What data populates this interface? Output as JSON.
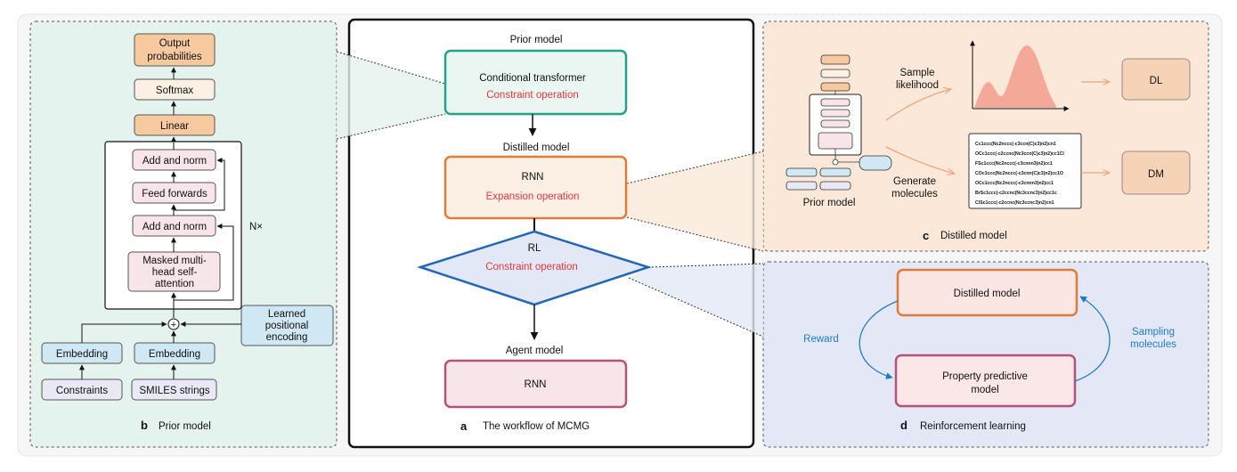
{
  "panel_a": {
    "prior_label": "Prior model",
    "transformer_title": "Conditional transformer",
    "transformer_op": "Constraint operation",
    "distilled_label": "Distilled model",
    "rnn_title": "RNN",
    "rnn_op": "Expansion operation",
    "rl_title": "RL",
    "rl_op": "Constraint operation",
    "agent_label": "Agent model",
    "agent_rnn": "RNN",
    "caption_letter": "a",
    "caption": "The workflow of MCMG"
  },
  "panel_b": {
    "output": [
      "Output",
      "probabilities"
    ],
    "softmax": "Softmax",
    "linear": "Linear",
    "add_norm_top": "Add and norm",
    "feed_forward": "Feed forwards",
    "add_norm_bottom": "Add and norm",
    "masked_attention": [
      "Masked multi-",
      "head self-",
      "attention"
    ],
    "nx": "N×",
    "positional": [
      "Learned",
      "positional",
      "encoding"
    ],
    "embedding_left": "Embedding",
    "embedding_right": "Embedding",
    "constraints": "Constraints",
    "smiles": "SMILES strings",
    "plus": "+",
    "caption_letter": "b",
    "caption": "Prior model"
  },
  "panel_c": {
    "sample": [
      "Sample",
      "likelihood"
    ],
    "generate": [
      "Generate",
      "molecules"
    ],
    "prior_model": "Prior model",
    "dl": "DL",
    "dm": "DM",
    "smiles_list": [
      "Cc1ccc(Nc2nccc(-c3ccn(C)c3)n2)cn1",
      "OCc1ccc(-c2ccnc(Nc3ccn(C)c3)n2)cc1Cl",
      "FSc1ccc(Nc2nccc(-c3cnnn3)n2)cc1",
      "COc1ccc(Nc2nccc(-c3cnn(C)c3)n2)cc1O",
      "OCc1ccc(Nc2nccc(-c3cnnn3)n2)cc1",
      "BrSc1ccc(-c2ccnc(Nc3ccnc3)n2)cc1c",
      "ClSc1ccc(-c2ccnc(Nc3ccnc3)n2)cn1"
    ],
    "caption_letter": "c",
    "caption": "Distilled model"
  },
  "panel_d": {
    "distilled": "Distilled model",
    "property": [
      "Property predictive",
      "model"
    ],
    "reward": "Reward",
    "sampling": [
      "Sampling",
      "molecules"
    ],
    "caption_letter": "d",
    "caption": "Reinforcement learning"
  },
  "colors": {
    "teal": "#27a08a",
    "orange": "#e07b39",
    "blue": "#2467b5",
    "magenta": "#b3527a",
    "red_text": "#e2383c",
    "link_blue": "#1f7bc7"
  }
}
